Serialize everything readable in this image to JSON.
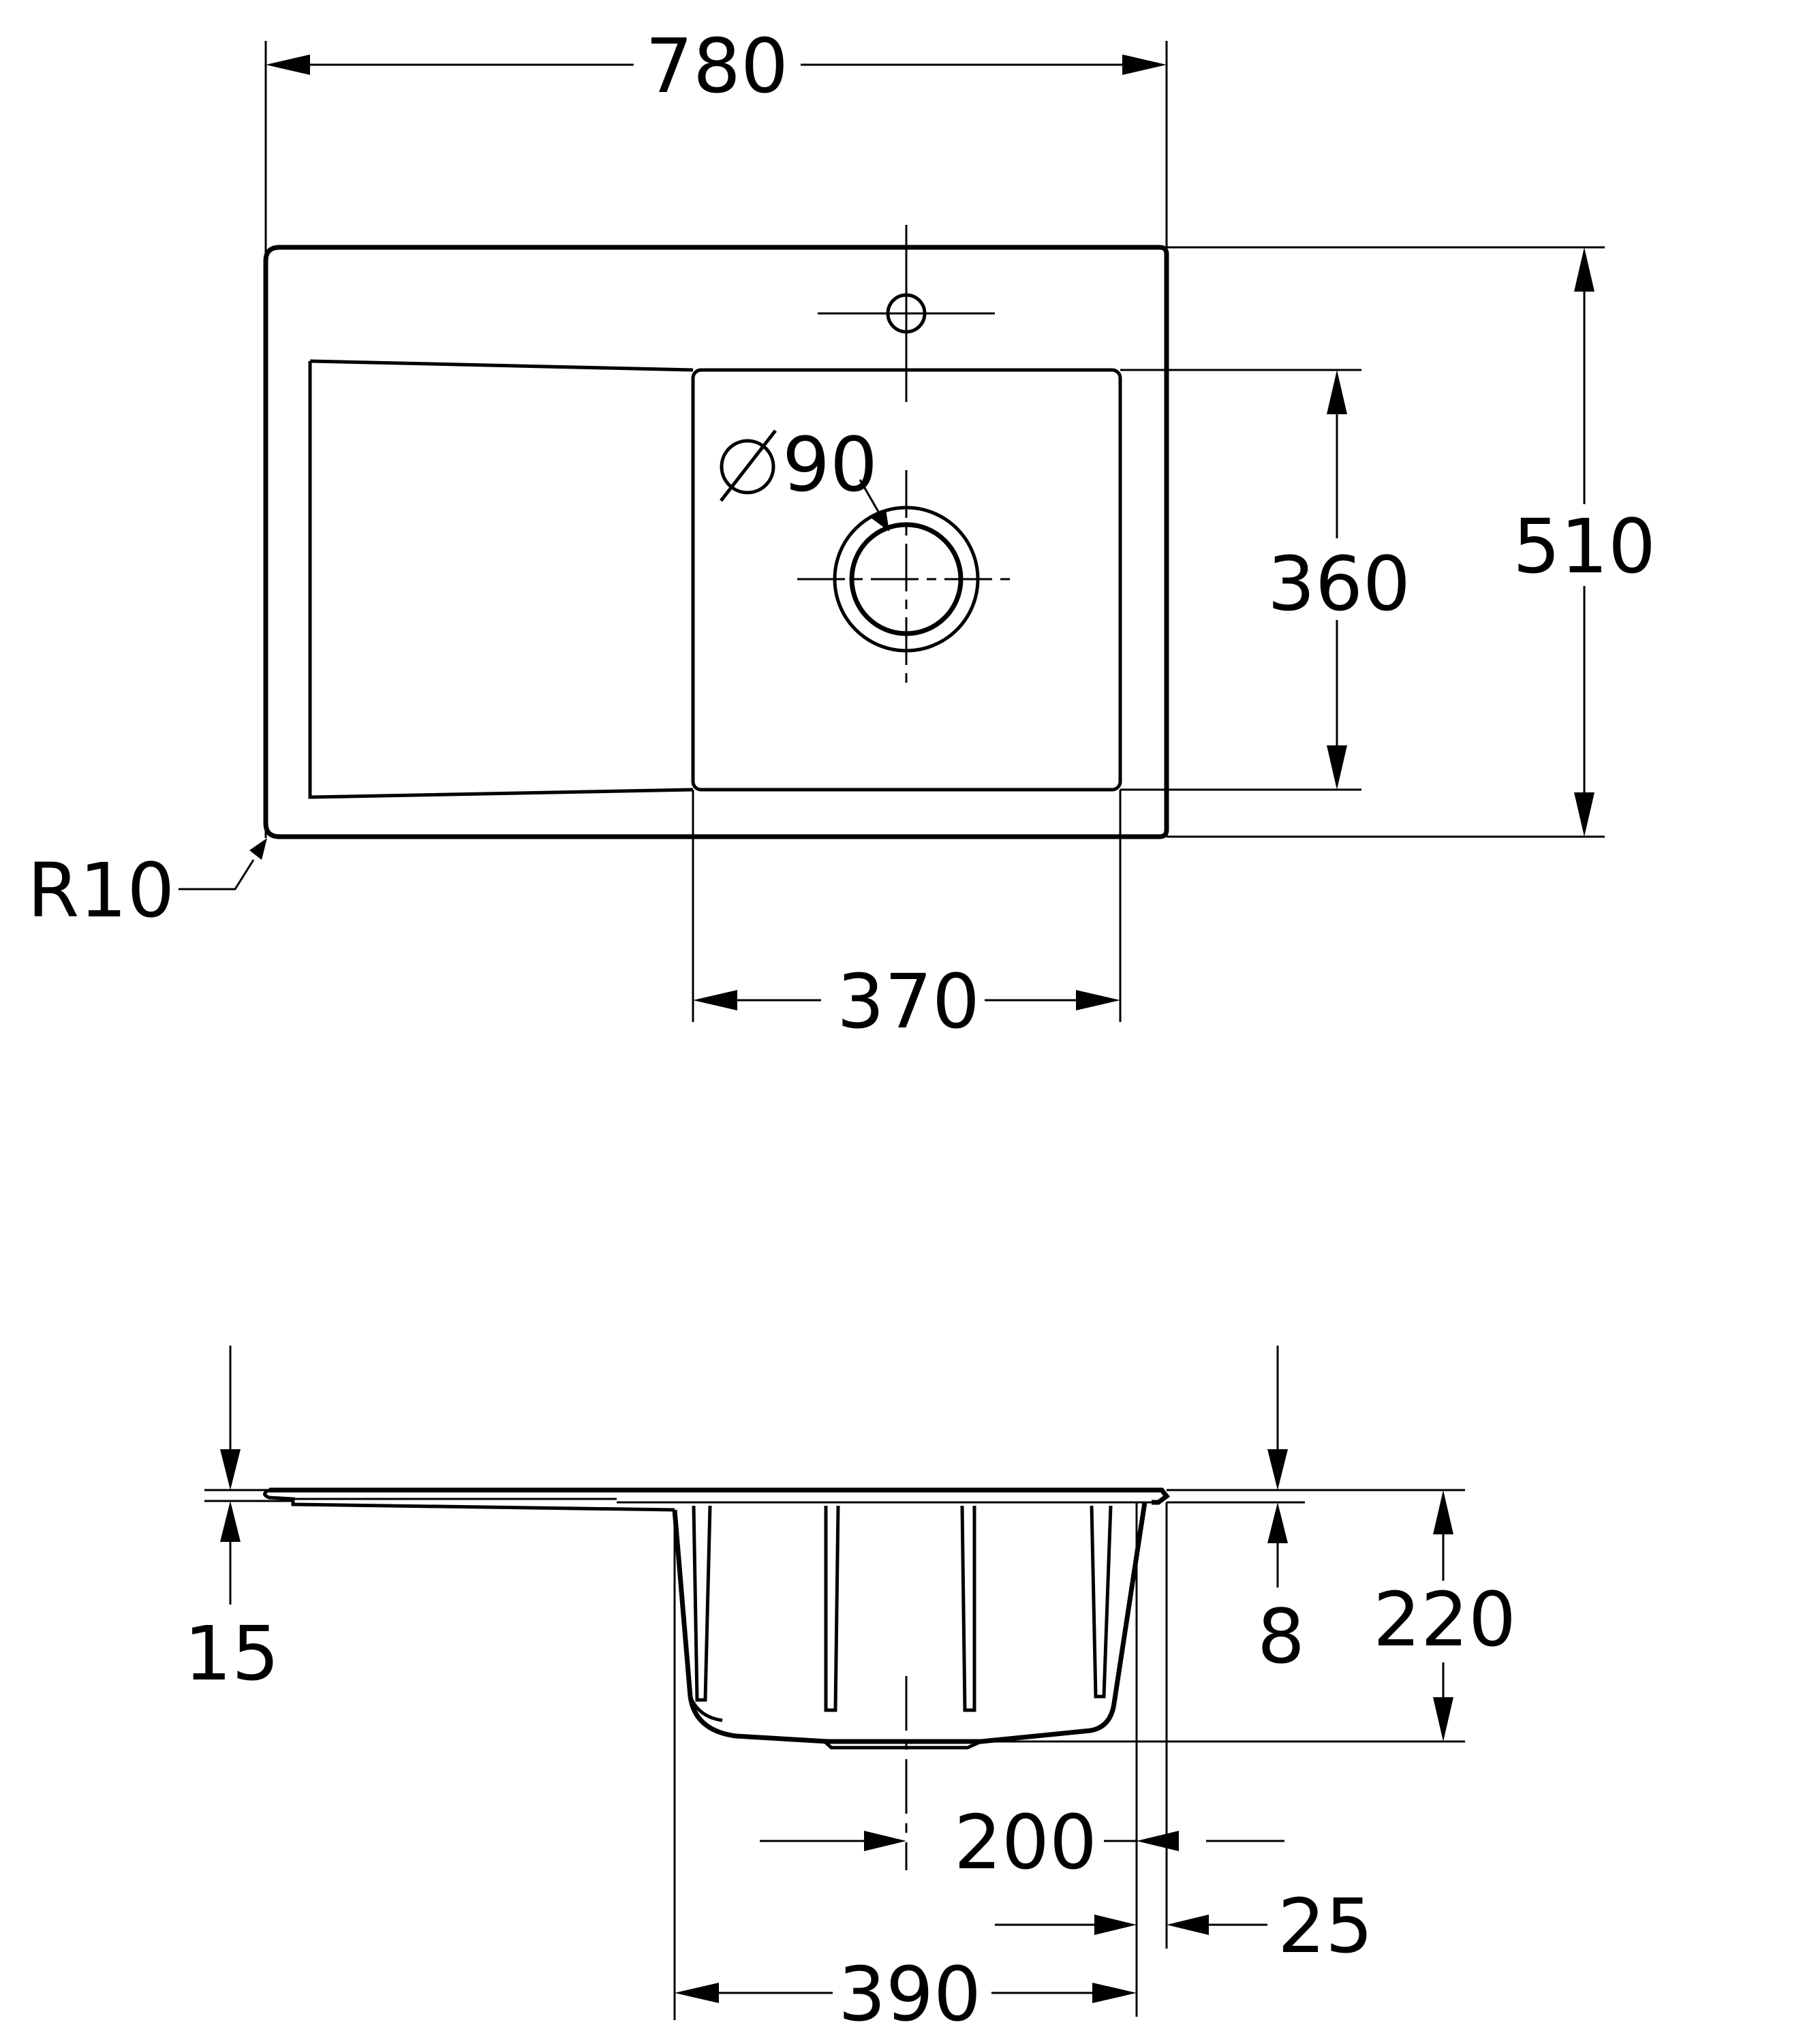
{
  "plan_view": {
    "overall_width": "780",
    "overall_depth": "510",
    "bowl_depth": "360",
    "bowl_width": "370",
    "drain_diameter": "90",
    "corner_radius": "R10"
  },
  "section_view": {
    "rim_thickness": "15",
    "bowl_rim_offset": "8",
    "bowl_height": "220",
    "drain_offset": "200",
    "edge_offset": "25",
    "bowl_width": "390"
  }
}
